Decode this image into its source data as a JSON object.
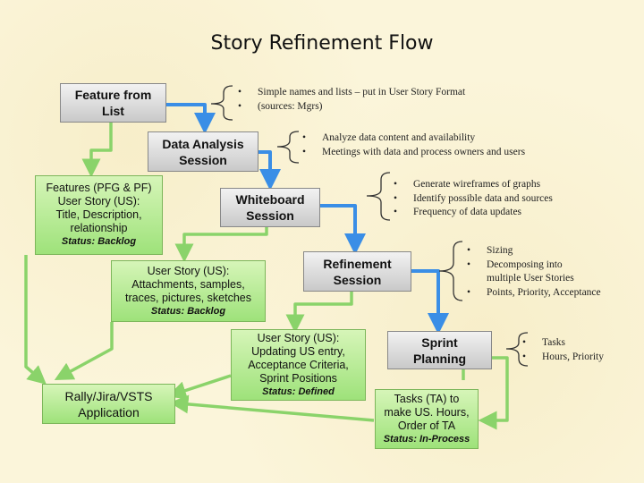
{
  "title": "Story Refinement Flow",
  "process_boxes": [
    {
      "lines": [
        "Feature from",
        "List"
      ]
    },
    {
      "lines": [
        "Data Analysis",
        "Session"
      ]
    },
    {
      "lines": [
        "Whiteboard",
        "Session"
      ]
    },
    {
      "lines": [
        "Refinement",
        "Session"
      ]
    },
    {
      "lines": [
        "Sprint",
        "Planning"
      ]
    }
  ],
  "artifact_boxes": [
    {
      "lines": [
        "Features (PFG & PF)",
        "User Story (US):",
        "Title, Description,",
        "relationship"
      ],
      "status": "Status: Backlog"
    },
    {
      "lines": [
        "User Story (US):",
        "Attachments, samples,",
        "traces, pictures, sketches"
      ],
      "status": "Status: Backlog"
    },
    {
      "lines": [
        "User Story (US):",
        "Updating US entry,",
        "Acceptance Criteria,",
        "Sprint Positions"
      ],
      "status": "Status: Defined"
    },
    {
      "lines": [
        "Rally/Jira/VSTS",
        "Application"
      ],
      "status": ""
    },
    {
      "lines": [
        "Tasks (TA) to",
        "make US. Hours,",
        "Order of TA"
      ],
      "status": "Status: In-Process"
    }
  ],
  "notes": [
    {
      "items": [
        "Simple names and lists – put in User Story Format",
        "(sources: Mgrs)"
      ]
    },
    {
      "items": [
        "Analyze data content and availability",
        "Meetings with data and process owners and users"
      ]
    },
    {
      "items": [
        "Generate wireframes of graphs",
        "Identify possible data and sources",
        "Frequency of data updates"
      ]
    },
    {
      "items": [
        "Sizing",
        "Decomposing into multiple User Stories",
        "Points, Priority, Acceptance"
      ]
    },
    {
      "items": [
        "Tasks",
        "Hours, Priority"
      ]
    }
  ],
  "colors": {
    "blue_arrow": "#3a8ee6",
    "green_arrow": "#8ad36a",
    "gray_box": "#d9d9d9",
    "green_box": "#b7ec98"
  }
}
